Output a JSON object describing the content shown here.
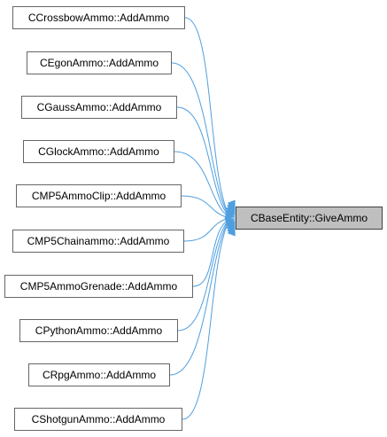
{
  "diagram": {
    "target": {
      "label": "CBaseEntity::GiveAmmo"
    },
    "callers": [
      {
        "label": "CCrossbowAmmo::AddAmmo"
      },
      {
        "label": "CEgonAmmo::AddAmmo"
      },
      {
        "label": "CGaussAmmo::AddAmmo"
      },
      {
        "label": "CGlockAmmo::AddAmmo"
      },
      {
        "label": "CMP5AmmoClip::AddAmmo"
      },
      {
        "label": "CMP5Chainammo::AddAmmo"
      },
      {
        "label": "CMP5AmmoGrenade::AddAmmo"
      },
      {
        "label": "CPythonAmmo::AddAmmo"
      },
      {
        "label": "CRpgAmmo::AddAmmo"
      },
      {
        "label": "CShotgunAmmo::AddAmmo"
      }
    ],
    "colors": {
      "edge": "#4f9fe0",
      "node_border": "#666666",
      "target_fill": "#bfbfbf"
    }
  }
}
